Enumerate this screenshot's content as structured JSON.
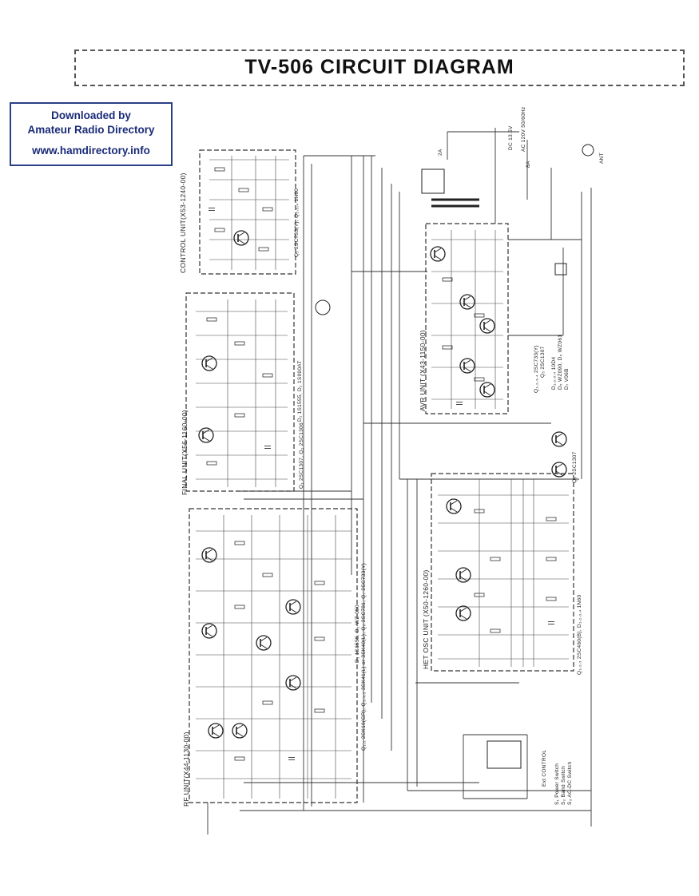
{
  "title": "TV-506 CIRCUIT DIAGRAM",
  "download_notice": {
    "line1": "Downloaded by",
    "line2": "Amateur Radio Directory",
    "line3": "www.hamdirectory.info"
  },
  "units": {
    "control": "CONTROL UNIT(X53-1240-00)",
    "final": "FINAL UNIT(X56-1160-00)",
    "rf": "RF UNIT(X44-1130-00)",
    "avr": "AVR UNIT (X43-1150-00)",
    "het_osc": "HET OSC UNIT (X50-1260-00)"
  },
  "notes": {
    "control_q": "Q₁ 2SC733(Y), Q₂,₃,₄ 1N60",
    "final_q": "Q₁ 2SC1307, Q₂ 2SC1306",
    "final_d": "D₁ 1S1555, D₂ 1S990AT",
    "rf_q": "Q₁,₂ 2SK19(GR), Q₃,₄,₅ 3SK41(L) or 3SK40(L), Q₆ 2SC781, Q₇ 2SC733(Y)",
    "rf_d": "D₁ 1S1555, D₂ WZ-050",
    "avr_q": "Q₁,₂,₃,₄ 2SC733(Y)",
    "avr_q5": "Q₅ 2SC1307",
    "avr_d": "D₁,₂,₃,₄ 10D4",
    "avr_d5": "D₅ WZ090, D₆ WZ061",
    "avr_d7": "D₇ V06B",
    "het_q": "Q₁,₂,₃ 2SC460(B), D₁,₂,₃,₄ 1N60",
    "q6_ext": "Q₆ 2SC1307",
    "switches": [
      "S₁ Power Switch",
      "S₂ Band Switch",
      "S₃ AC-DC Switch"
    ],
    "ext_control": "Ext CONTROL",
    "ac_in": "AC 120V 50/60Hz",
    "dc_in": "DC 13.5V",
    "ant": "ANT",
    "fuse_ac": "2A",
    "fuse_dc": "8A"
  }
}
